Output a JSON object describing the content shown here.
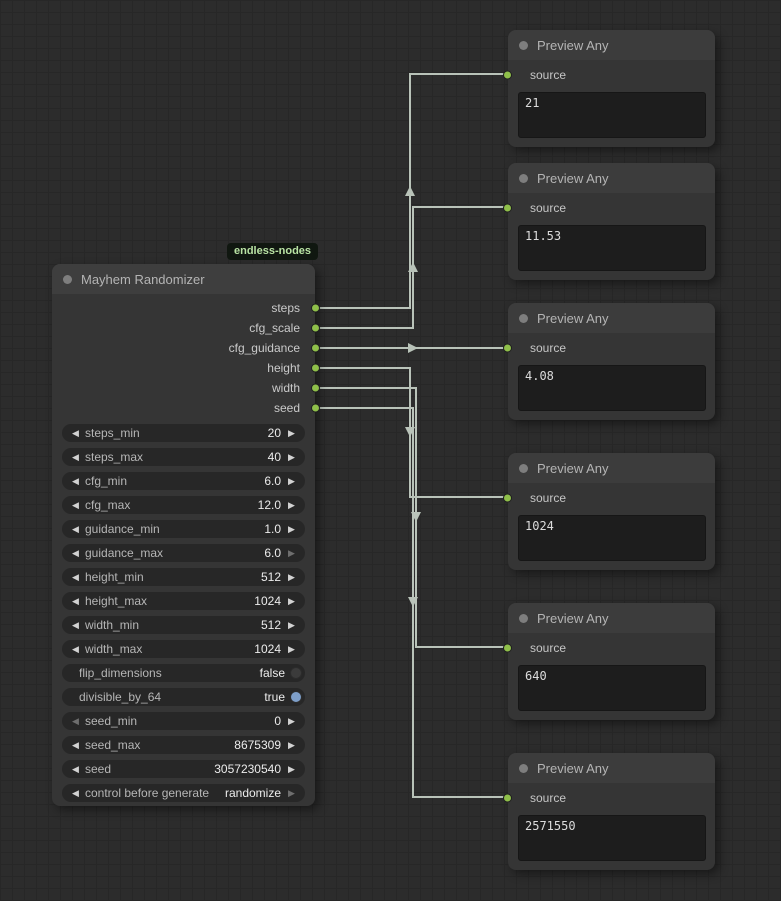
{
  "colors": {
    "port_green": "#8fbf4a",
    "wire": "#b9c3b9",
    "toggle_on_blue": "#7e9fc9",
    "badge_text": "#b9e3a4"
  },
  "badge": {
    "label": "endless-nodes"
  },
  "randomizer": {
    "title": "Mayhem Randomizer",
    "outputs": [
      {
        "label": "steps"
      },
      {
        "label": "cfg_scale"
      },
      {
        "label": "cfg_guidance"
      },
      {
        "label": "height"
      },
      {
        "label": "width"
      },
      {
        "label": "seed"
      }
    ],
    "widgets": [
      {
        "name": "steps_min",
        "value": "20",
        "type": "number"
      },
      {
        "name": "steps_max",
        "value": "40",
        "type": "number"
      },
      {
        "name": "cfg_min",
        "value": "6.0",
        "type": "number"
      },
      {
        "name": "cfg_max",
        "value": "12.0",
        "type": "number"
      },
      {
        "name": "guidance_min",
        "value": "1.0",
        "type": "number"
      },
      {
        "name": "guidance_max",
        "value": "6.0",
        "type": "number"
      },
      {
        "name": "height_min",
        "value": "512",
        "type": "number"
      },
      {
        "name": "height_max",
        "value": "1024",
        "type": "number"
      },
      {
        "name": "width_min",
        "value": "512",
        "type": "number"
      },
      {
        "name": "width_max",
        "value": "1024",
        "type": "number"
      },
      {
        "name": "flip_dimensions",
        "value": "false",
        "type": "toggle",
        "state": "off"
      },
      {
        "name": "divisible_by_64",
        "value": "true",
        "type": "toggle",
        "state": "on"
      },
      {
        "name": "seed_min",
        "value": "0",
        "type": "number"
      },
      {
        "name": "seed_max",
        "value": "8675309",
        "type": "number"
      },
      {
        "name": "seed",
        "value": "3057230540",
        "type": "number"
      },
      {
        "name": "control before generate",
        "value": "randomize",
        "type": "combo"
      }
    ]
  },
  "previews": [
    {
      "title": "Preview Any",
      "input": "source",
      "value": "21"
    },
    {
      "title": "Preview Any",
      "input": "source",
      "value": "11.53"
    },
    {
      "title": "Preview Any",
      "input": "source",
      "value": "4.08"
    },
    {
      "title": "Preview Any",
      "input": "source",
      "value": "1024"
    },
    {
      "title": "Preview Any",
      "input": "source",
      "value": "640"
    },
    {
      "title": "Preview Any",
      "input": "source",
      "value": "2571550"
    }
  ],
  "connections": [
    {
      "from": "steps",
      "to": "preview-1.source"
    },
    {
      "from": "cfg_scale",
      "to": "preview-2.source"
    },
    {
      "from": "cfg_guidance",
      "to": "preview-3.source"
    },
    {
      "from": "height",
      "to": "preview-4.source"
    },
    {
      "from": "width",
      "to": "preview-5.source"
    },
    {
      "from": "seed",
      "to": "preview-6.source"
    }
  ]
}
